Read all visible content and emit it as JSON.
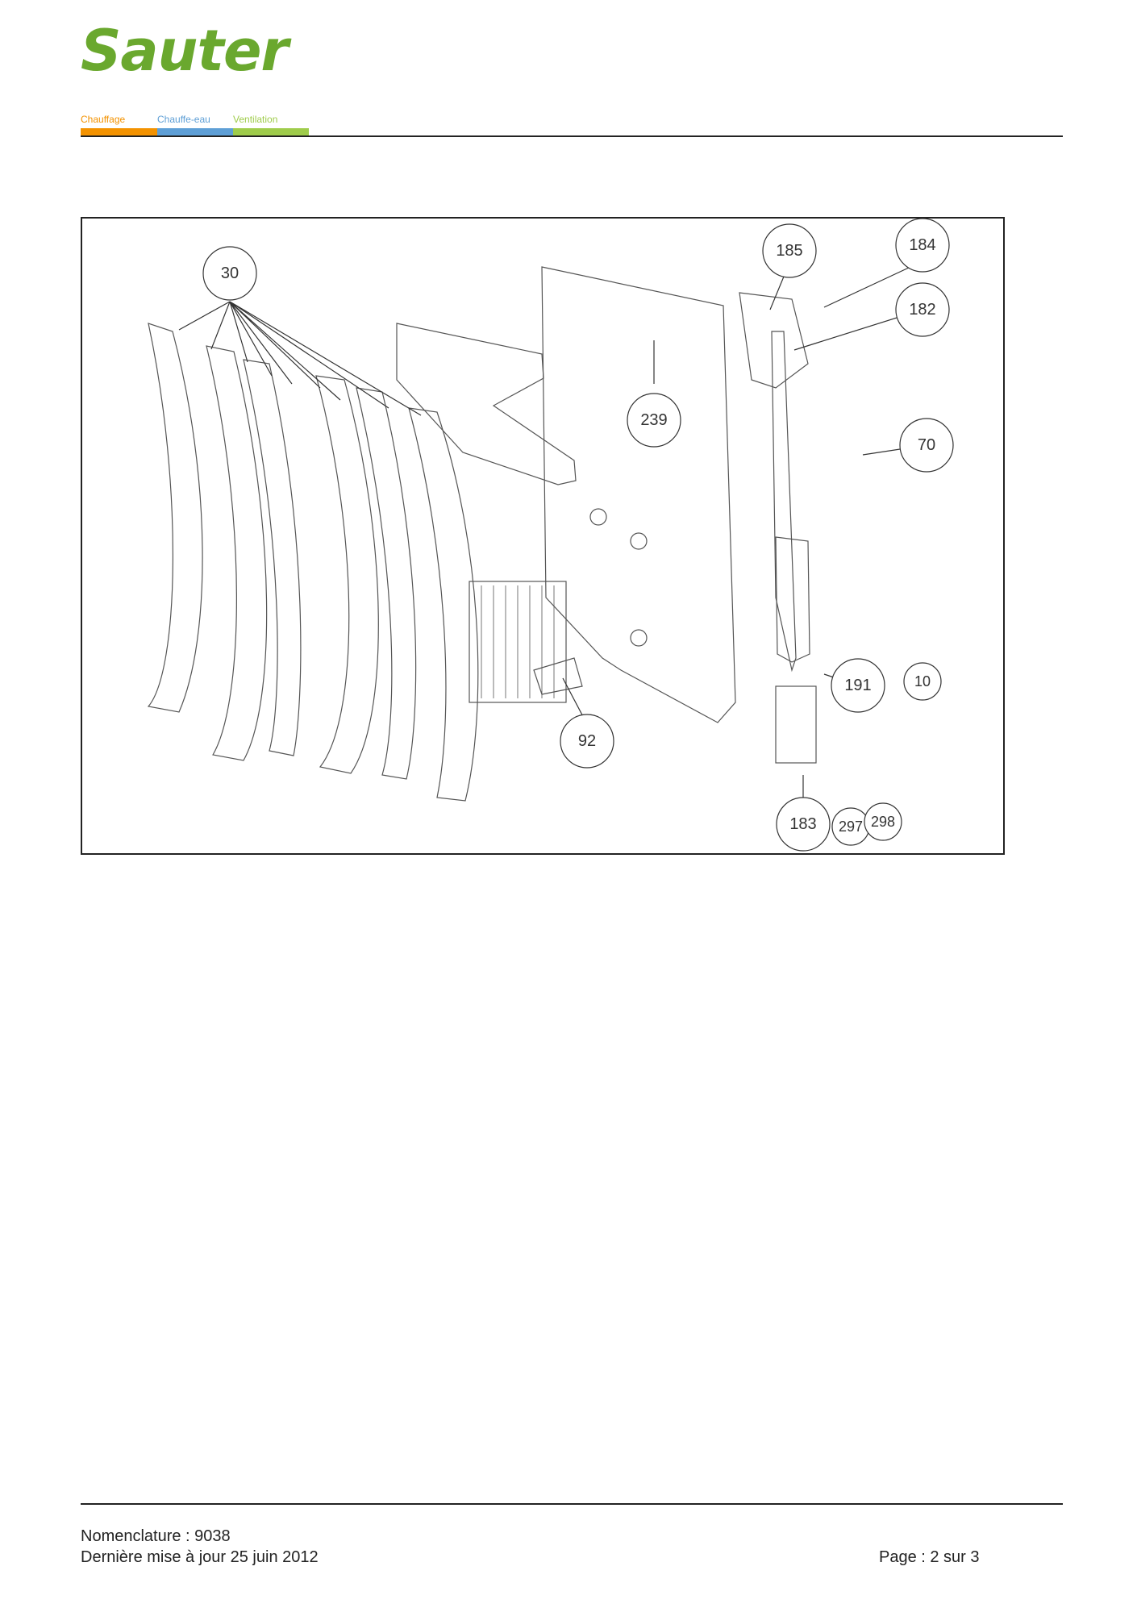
{
  "header": {
    "brand": "Sauter",
    "tags": [
      "Chauffage",
      "Chauffe-eau",
      "Ventilation"
    ],
    "colors": {
      "brand": "#6aa82e",
      "chauffage": "#f39200",
      "chauffe_eau": "#5e9fd6",
      "ventilation": "#9fcc4b"
    }
  },
  "diagram": {
    "callouts": [
      "30",
      "185",
      "184",
      "182",
      "239",
      "70",
      "92",
      "191",
      "10",
      "183",
      "297",
      "298"
    ]
  },
  "footer": {
    "nomenclature": "Nomenclature : 9038",
    "updated": "Dernière mise à jour 25 juin 2012",
    "page": "Page : 2 sur 3"
  }
}
